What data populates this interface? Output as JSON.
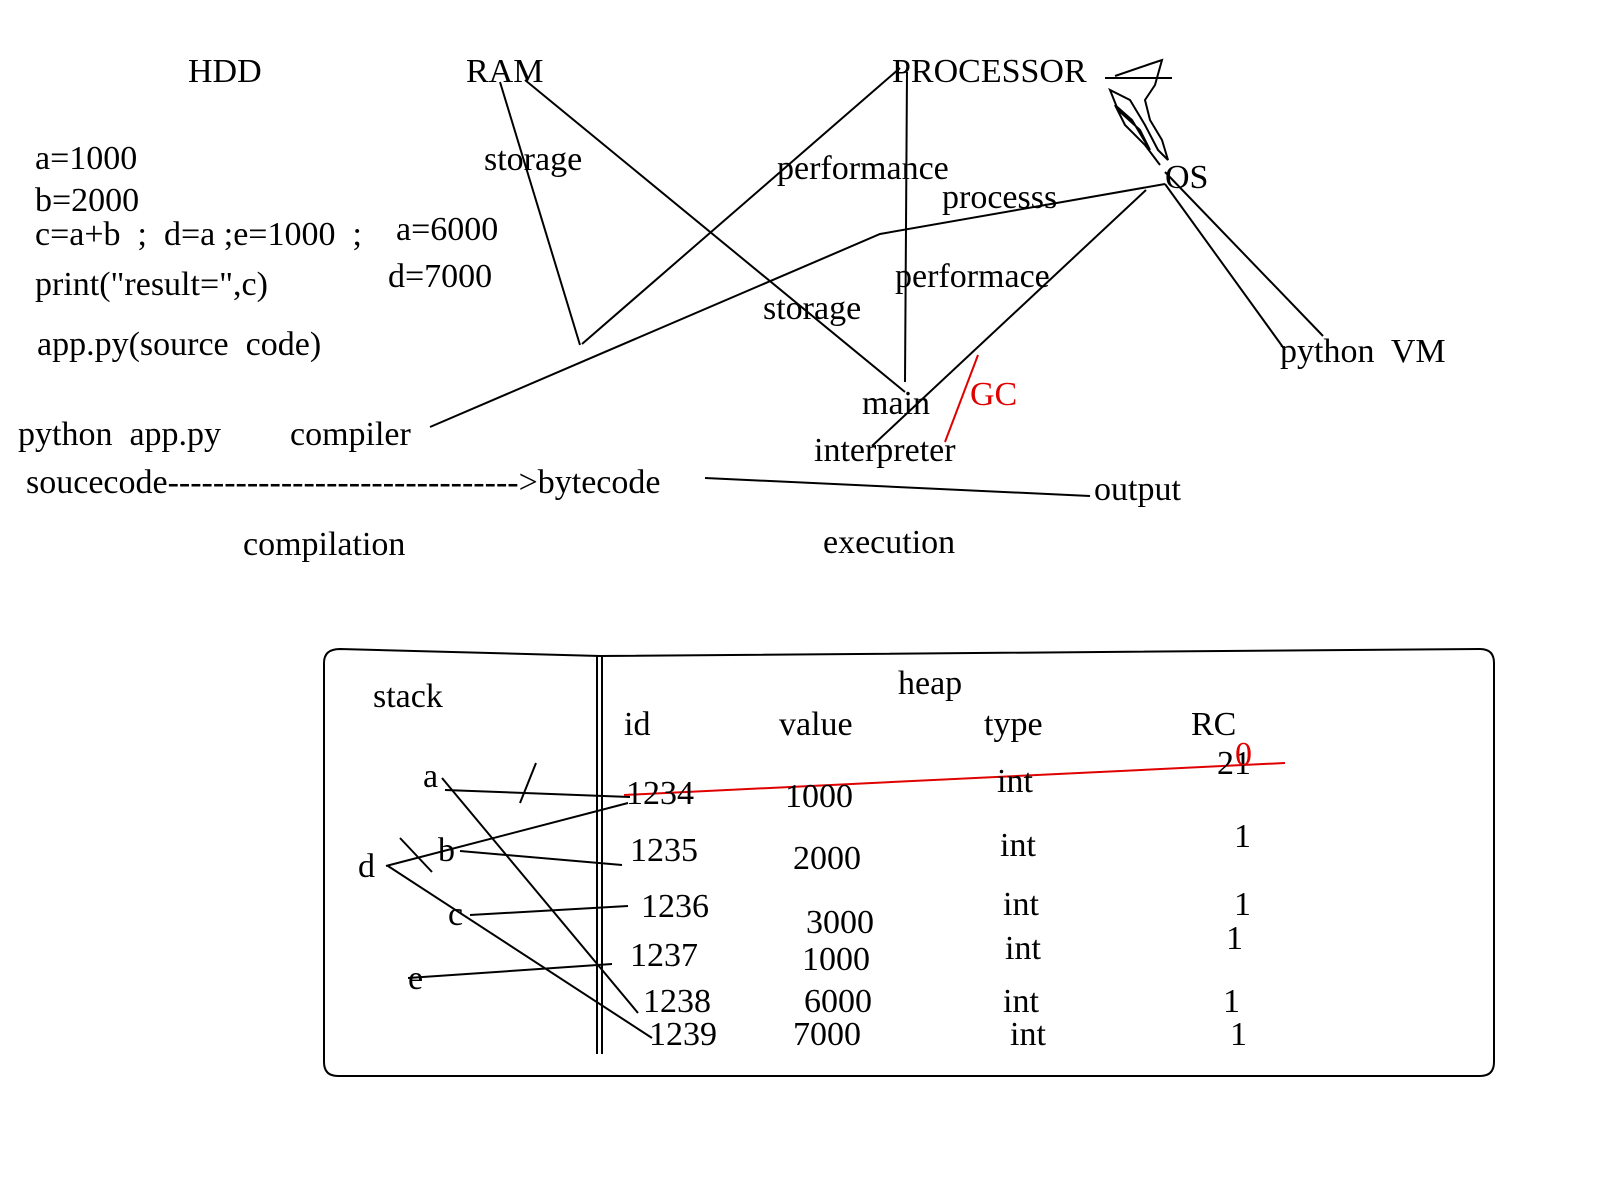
{
  "upper": {
    "hdd": "HDD",
    "ram": "RAM",
    "processor": "PROCESSOR",
    "os": "OS",
    "python_vm": "python  VM",
    "code_lines": [
      "a=1000",
      "b=2000",
      "c=a+b  ;  d=a ;e=1000  ;",
      "print(\"result=\",c)"
    ],
    "side_code": [
      "a=6000",
      "d=7000"
    ],
    "app_py": "app.py(source  code)",
    "storage_1": "storage",
    "storage_2": "storage",
    "performance_1": "performance",
    "performance_2": "performace",
    "process": "processs",
    "main": "main",
    "gc": "GC",
    "interpreter": "interpreter",
    "python_cmd": "python  app.py",
    "compiler": "compiler",
    "source_arrow": "soucecode------------------------------->bytecode",
    "output": "output",
    "compilation": "compilation",
    "execution": "execution"
  },
  "memory": {
    "stack_label": "stack",
    "heap_label": "heap",
    "columns": [
      "id",
      "value",
      "type",
      "RC"
    ],
    "stack_vars": [
      "a",
      "b",
      "c",
      "d",
      "e"
    ],
    "ids": [
      "1234",
      "1235",
      "1236",
      "1237",
      "1238",
      "1239"
    ],
    "values": [
      "1000",
      "2000",
      "3000",
      "1000",
      "6000",
      "7000"
    ],
    "types": [
      "int",
      "int",
      "int",
      "int",
      "int",
      "int"
    ],
    "rc_first": "21",
    "rc_first_red": "0",
    "rc_rest": [
      "1",
      "1",
      "1",
      "1",
      "1"
    ]
  },
  "colors": {
    "ink": "#000000",
    "red": "#e00000"
  }
}
